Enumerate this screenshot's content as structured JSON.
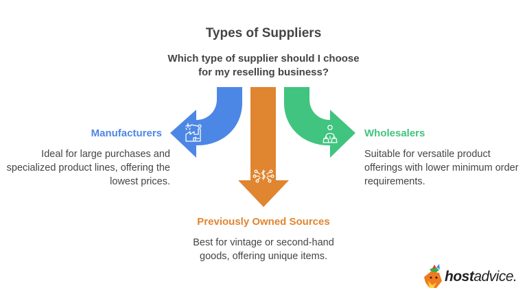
{
  "header": {
    "title": "Types of Suppliers",
    "question": "Which type of supplier should I choose for my reselling business?"
  },
  "colors": {
    "manufacturers": "#4d87e5",
    "previously_owned": "#e08530",
    "wholesalers": "#40c47f",
    "text": "#444444"
  },
  "branches": {
    "manufacturers": {
      "label": "Manufacturers",
      "description": "Ideal for large purchases and specialized product lines, offering the lowest prices.",
      "icon": "factory-icon",
      "direction": "left"
    },
    "previously_owned": {
      "label": "Previously Owned Sources",
      "description": "Best for vintage or second-hand goods, offering unique items.",
      "icon": "network-dollar-icon",
      "direction": "down"
    },
    "wholesalers": {
      "label": "Wholesalers",
      "description": "Suitable for versatile product offerings with lower minimum order requirements.",
      "icon": "person-shopping-bags-icon",
      "direction": "right"
    }
  },
  "brand": {
    "logo_bold": "host",
    "logo_light": "advice."
  }
}
